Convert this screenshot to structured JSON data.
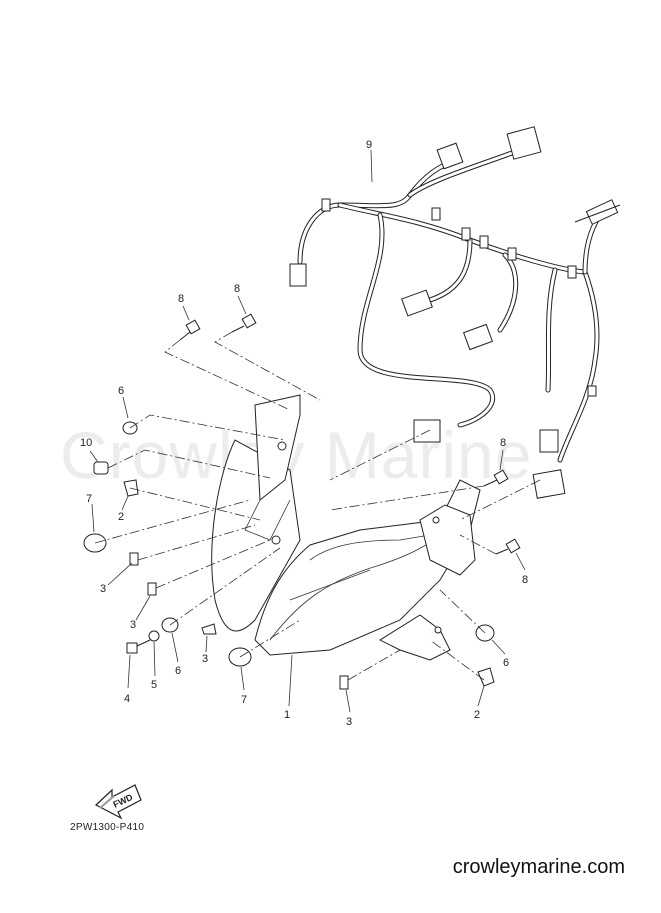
{
  "watermark": "Crowley Marine",
  "site_url": "crowleymarine.com",
  "part_code": "2PW1300-P410",
  "fwd_label": "FWD",
  "callouts": [
    "9",
    "8",
    "8",
    "6",
    "10",
    "7",
    "2",
    "3",
    "3",
    "4",
    "5",
    "6",
    "3",
    "7",
    "1",
    "8",
    "8",
    "6",
    "3",
    "2"
  ]
}
